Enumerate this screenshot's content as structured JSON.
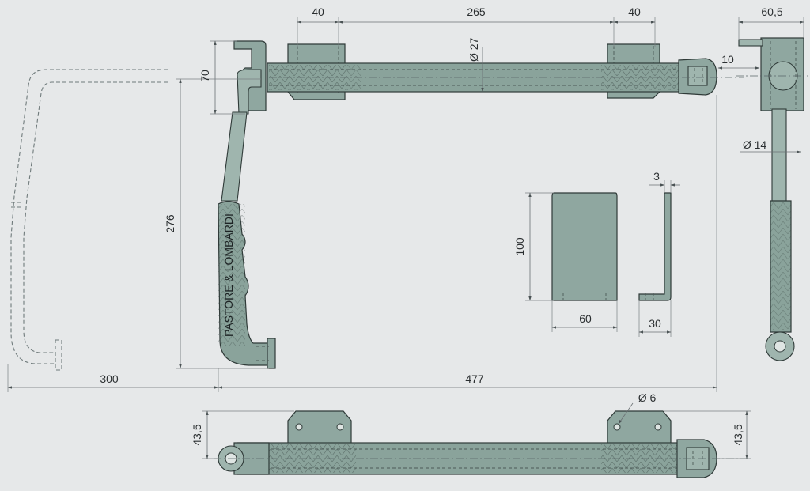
{
  "brand_text": "PASTORE & LOMBARDI",
  "colors": {
    "background": "#e6e8e9",
    "part_fill": "#8fa7a0",
    "line": "#2f3a38"
  },
  "dimensions": {
    "top_left_40": "40",
    "top_265": "265",
    "top_right_40": "40",
    "right_60_5": "60,5",
    "diam_27": "Ø 27",
    "h_70": "70",
    "gap_10": "10",
    "diam_14": "Ø 14",
    "height_276": "276",
    "plate_100": "100",
    "plate_thk_3": "3",
    "plate_60": "60",
    "plate_30": "30",
    "width_300": "300",
    "width_477": "477",
    "diam_6": "Ø 6",
    "bottom_left_43_5": "43,5",
    "bottom_right_43_5": "43,5"
  }
}
